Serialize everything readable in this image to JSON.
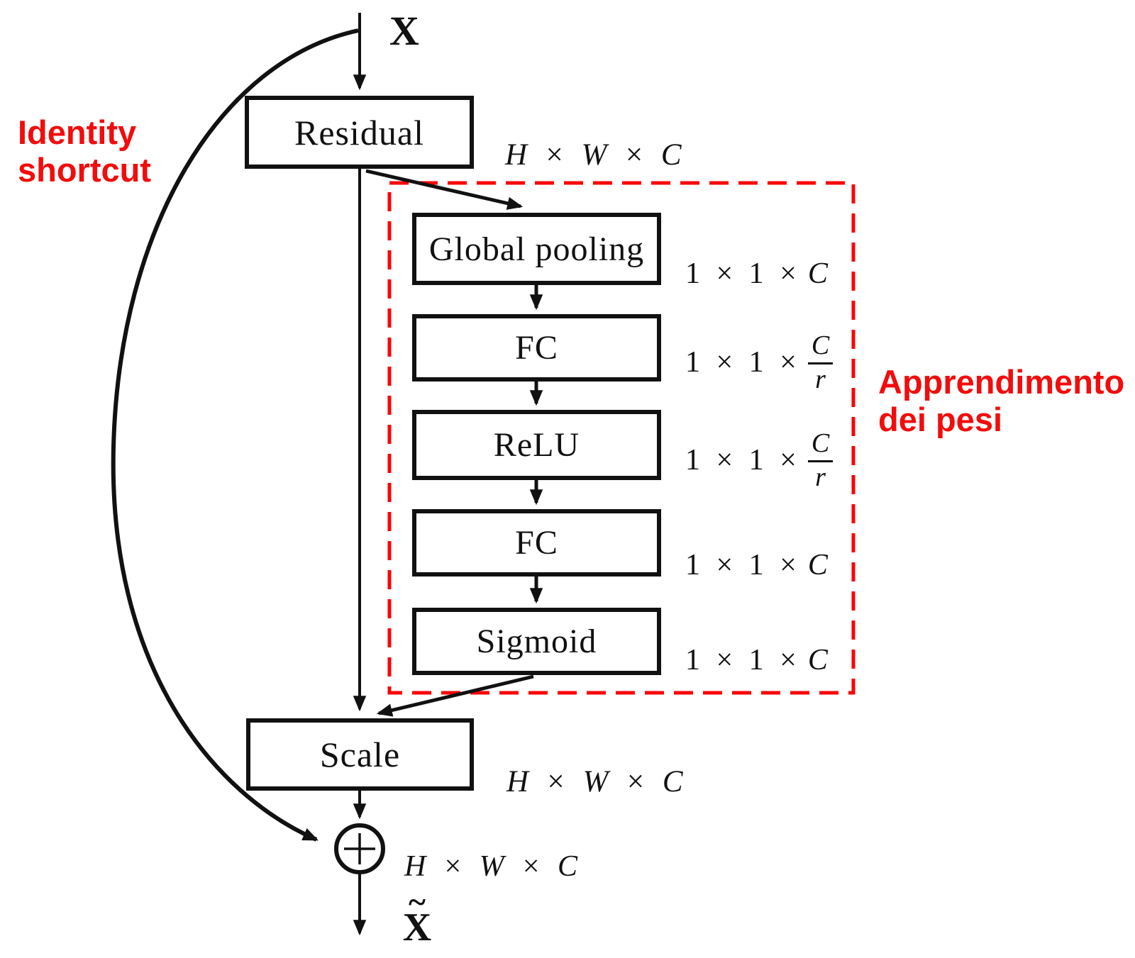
{
  "colors": {
    "ink": "#111111",
    "annotation_red": "#f20c0c",
    "dash_red": "#fb0505"
  },
  "io": {
    "input": "X",
    "output": "X",
    "output_tilde": "~"
  },
  "annotations": {
    "identity_line1": "Identity",
    "identity_line2": "shortcut",
    "weights_line1": "Apprendimento",
    "weights_line2": "dei pesi"
  },
  "boxes": {
    "residual": "Residual",
    "scale": "Scale",
    "inner": [
      "Global pooling",
      "FC",
      "ReLU",
      "FC",
      "Sigmoid"
    ]
  },
  "dims": {
    "residual_out": "H × W × C",
    "scale_out": "H × W × C",
    "sum_out": "H × W × C",
    "inner": [
      {
        "pre": "1 × 1 ×",
        "sym": "C"
      },
      {
        "pre": "1 × 1 ×",
        "sym": "C",
        "den": "r"
      },
      {
        "pre": "1 × 1 ×",
        "sym": "C",
        "den": "r"
      },
      {
        "pre": "1 × 1 ×",
        "sym": "C"
      },
      {
        "pre": "1 × 1 ×",
        "sym": "C"
      }
    ]
  },
  "icons": {
    "plus_operator": "+"
  }
}
